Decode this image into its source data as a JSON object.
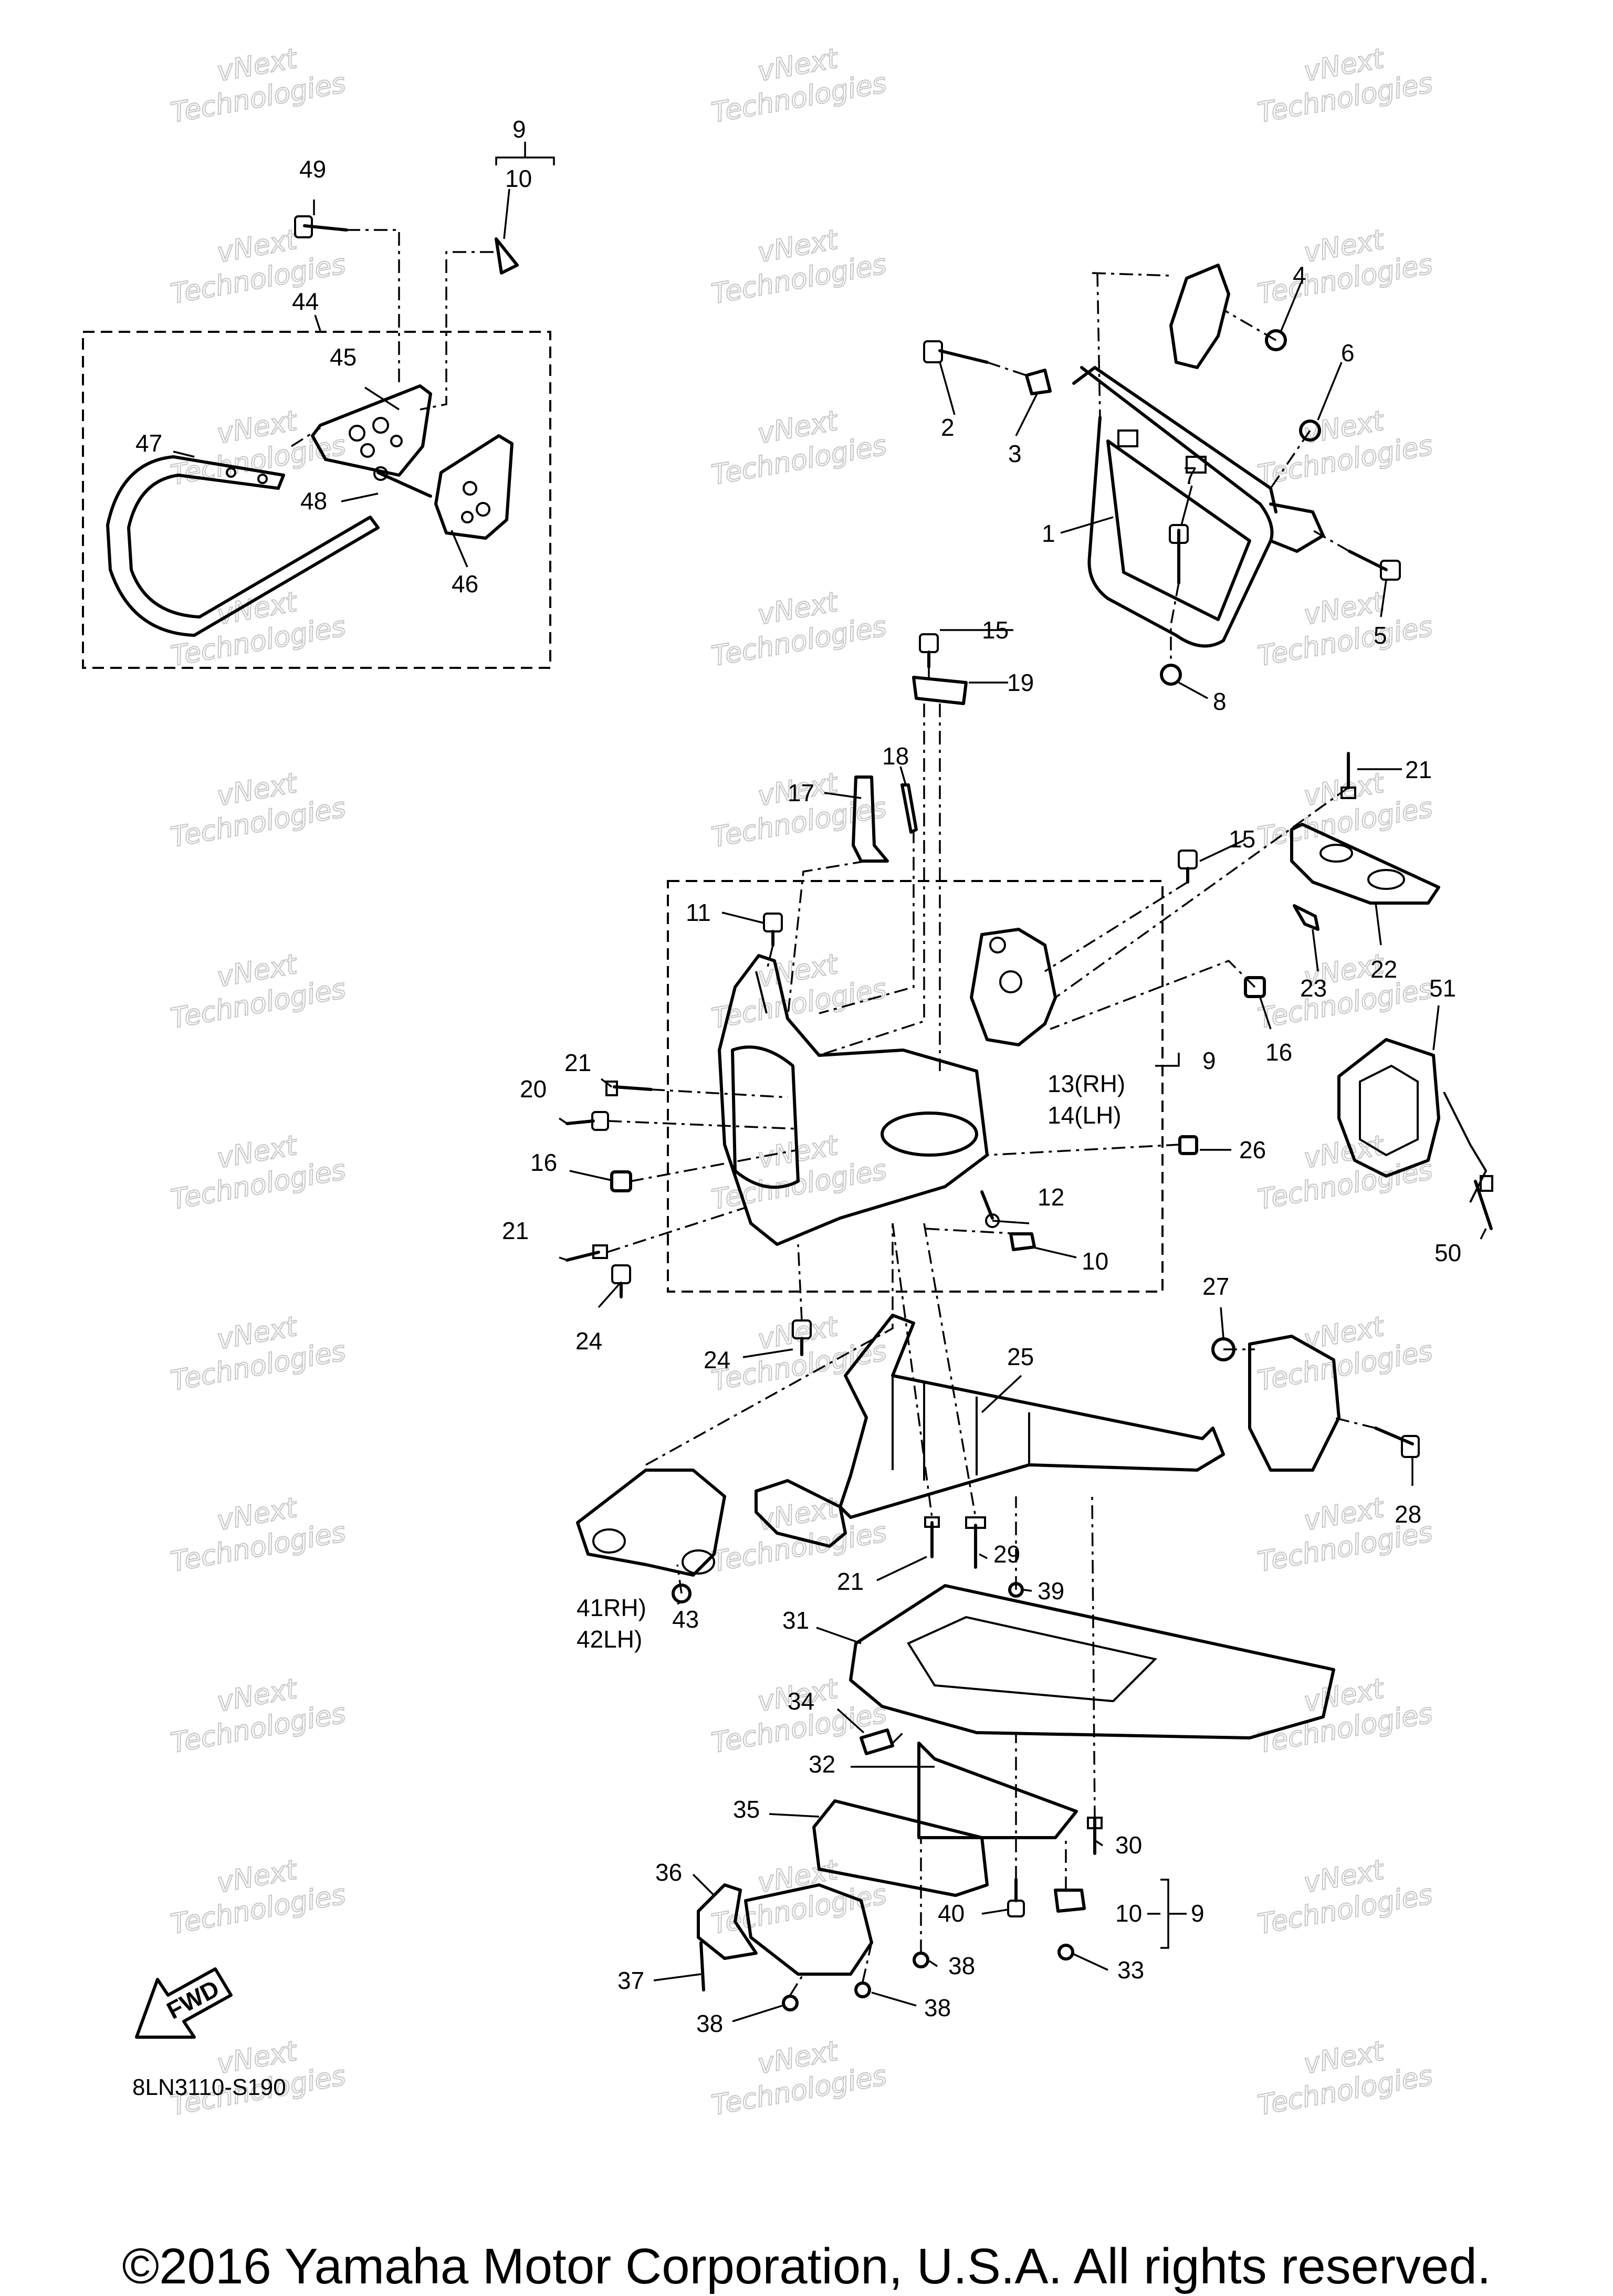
{
  "watermark": {
    "line1": "vNext",
    "line2": "Technologies"
  },
  "diagram_code": "8LN3110-S190",
  "fwd_label": "FWD",
  "copyright": "©2016 Yamaha Motor Corporation, U.S.A. All rights reserved.",
  "callouts": [
    {
      "id": "c9a",
      "text": "9"
    },
    {
      "id": "c10a",
      "text": "10"
    },
    {
      "id": "c49",
      "text": "49"
    },
    {
      "id": "c44",
      "text": "44"
    },
    {
      "id": "c45",
      "text": "45"
    },
    {
      "id": "c47",
      "text": "47"
    },
    {
      "id": "c48",
      "text": "48"
    },
    {
      "id": "c46",
      "text": "46"
    },
    {
      "id": "c4",
      "text": "4"
    },
    {
      "id": "c2",
      "text": "2"
    },
    {
      "id": "c3",
      "text": "3"
    },
    {
      "id": "c6",
      "text": "6"
    },
    {
      "id": "c7",
      "text": "7"
    },
    {
      "id": "c1",
      "text": "1"
    },
    {
      "id": "c5",
      "text": "5"
    },
    {
      "id": "c8",
      "text": "8"
    },
    {
      "id": "c15a",
      "text": "15"
    },
    {
      "id": "c19",
      "text": "19"
    },
    {
      "id": "c18",
      "text": "18"
    },
    {
      "id": "c17",
      "text": "17"
    },
    {
      "id": "c21a",
      "text": "21"
    },
    {
      "id": "c15b",
      "text": "15"
    },
    {
      "id": "c11",
      "text": "11"
    },
    {
      "id": "c22",
      "text": "22"
    },
    {
      "id": "c23",
      "text": "23"
    },
    {
      "id": "c51",
      "text": "51"
    },
    {
      "id": "c16a",
      "text": "16"
    },
    {
      "id": "c21b",
      "text": "21"
    },
    {
      "id": "c13",
      "text": "13(RH)"
    },
    {
      "id": "c14",
      "text": "14(LH)"
    },
    {
      "id": "c9b",
      "text": "9"
    },
    {
      "id": "c20",
      "text": "20"
    },
    {
      "id": "c26",
      "text": "26"
    },
    {
      "id": "c16b",
      "text": "16"
    },
    {
      "id": "c12",
      "text": "12"
    },
    {
      "id": "c21c",
      "text": "21"
    },
    {
      "id": "c10b",
      "text": "10"
    },
    {
      "id": "c50",
      "text": "50"
    },
    {
      "id": "c24a",
      "text": "24"
    },
    {
      "id": "c27",
      "text": "27"
    },
    {
      "id": "c24b",
      "text": "24"
    },
    {
      "id": "c25",
      "text": "25"
    },
    {
      "id": "c28",
      "text": "28"
    },
    {
      "id": "c41",
      "text": "41RH)"
    },
    {
      "id": "c42",
      "text": "42LH)"
    },
    {
      "id": "c43",
      "text": "43"
    },
    {
      "id": "c21d",
      "text": "21"
    },
    {
      "id": "c29",
      "text": "29"
    },
    {
      "id": "c39",
      "text": "39"
    },
    {
      "id": "c31",
      "text": "31"
    },
    {
      "id": "c34",
      "text": "34"
    },
    {
      "id": "c32",
      "text": "32"
    },
    {
      "id": "c35",
      "text": "35"
    },
    {
      "id": "c30",
      "text": "30"
    },
    {
      "id": "c36",
      "text": "36"
    },
    {
      "id": "c40",
      "text": "40"
    },
    {
      "id": "c10c",
      "text": "10"
    },
    {
      "id": "c9c",
      "text": "9"
    },
    {
      "id": "c37",
      "text": "37"
    },
    {
      "id": "c38a",
      "text": "38"
    },
    {
      "id": "c33",
      "text": "33"
    },
    {
      "id": "c38b",
      "text": "38"
    },
    {
      "id": "c38c",
      "text": "38"
    }
  ]
}
